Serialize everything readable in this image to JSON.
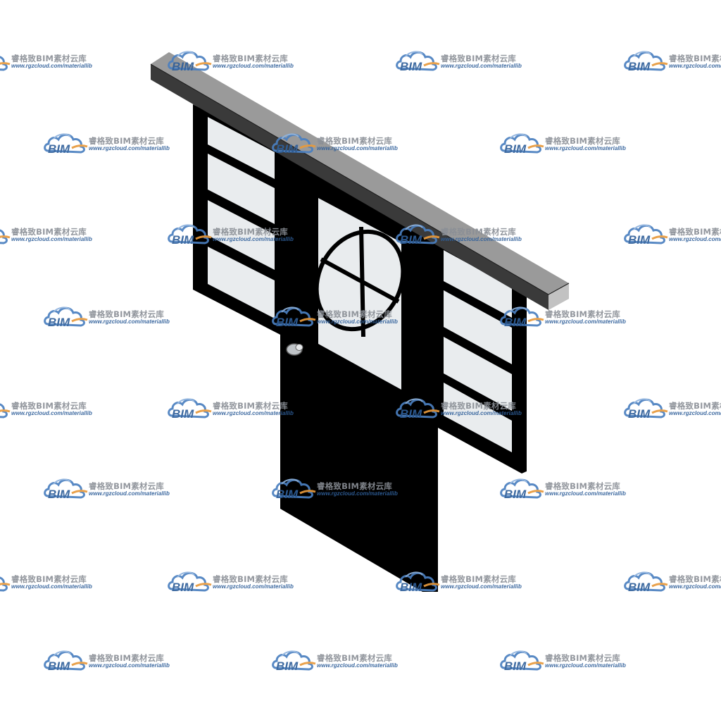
{
  "model": {
    "subject": "door-with-sidelights",
    "colors": {
      "header_top": "#9a9a9a",
      "header_front": "#3a3a3a",
      "header_side": "#c2c2c2",
      "frame": "#000000",
      "glass": "#e9ecee",
      "handle": "#bfc4c8"
    }
  },
  "watermark": {
    "logo_text": "BIM",
    "title": "睿格致BIM素材云库",
    "url": "www.rgzcloud.com/materiallib",
    "colors": {
      "cloud": "#4a7fc0",
      "cloud_light": "#8fb3de",
      "accent": "#e89a3c",
      "text": "#8a8f96"
    }
  }
}
